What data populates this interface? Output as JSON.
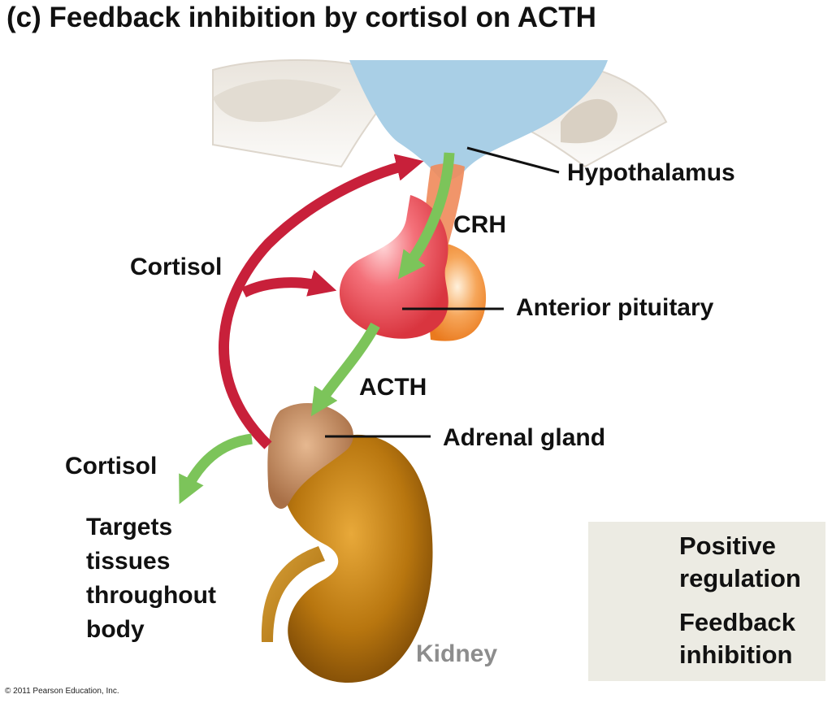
{
  "title": "(c) Feedback inhibition by cortisol on ACTH",
  "labels": {
    "hypothalamus": "Hypothalamus",
    "crh": "CRH",
    "cortisol_upper": "Cortisol",
    "anterior_pituitary": "Anterior pituitary",
    "acth": "ACTH",
    "adrenal_gland": "Adrenal gland",
    "cortisol_lower": "Cortisol",
    "targets": [
      "Targets",
      "tissues",
      "throughout",
      "body"
    ],
    "kidney": "Kidney"
  },
  "legend": {
    "positive": [
      "Positive",
      "regulation"
    ],
    "feedback": [
      "Feedback",
      "inhibition"
    ]
  },
  "colors": {
    "positive_arrow": "#7cc45a",
    "feedback_arrow": "#c8203a",
    "hypothalamus": "#a9cfe6",
    "pituitary_anterior": "#ef5b63",
    "pituitary_posterior": "#f3923c",
    "adrenal": "#c9946a",
    "kidney": "#b8760f",
    "legend_bg": "#ecebe3"
  },
  "copyright": "© 2011 Pearson Education, Inc."
}
